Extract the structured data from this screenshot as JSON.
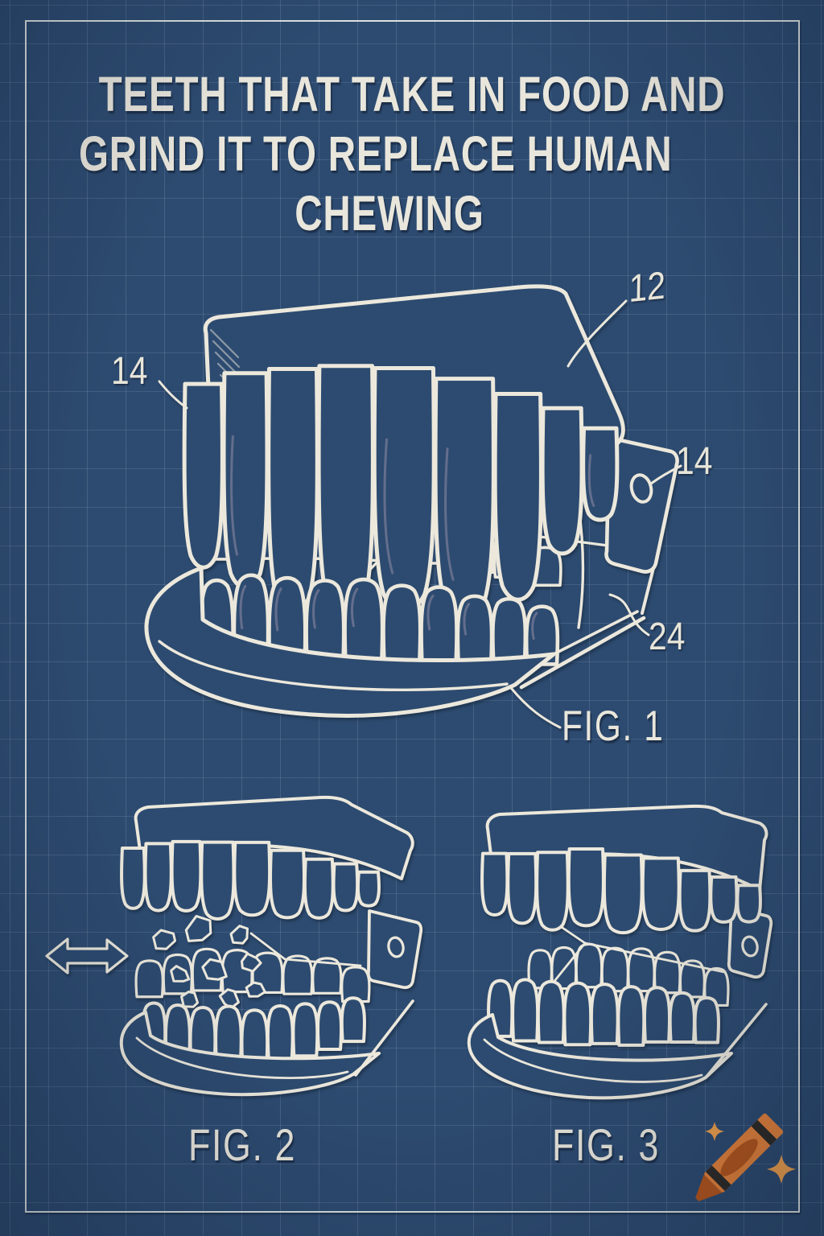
{
  "palette": {
    "background": "#2d4b70",
    "grid_line": "rgba(195,214,238,0.16)",
    "frame": "#eceee9",
    "sketch_stroke": "#ece8dc",
    "shade_stroke": "rgba(168,152,178,0.45)",
    "text": "#e9e6dc"
  },
  "title": {
    "line1": "TEETH THAT TAKE IN FOOD AND",
    "line2": "GRIND IT TO REPLACE HUMAN",
    "line3": "CHEWING"
  },
  "figure1": {
    "caption": "FIG. 1",
    "labels": {
      "ref14_left": "14",
      "ref12": "12",
      "ref14_right": "14",
      "ref24": "24"
    }
  },
  "figure2": {
    "caption": "FIG. 2"
  },
  "figure3": {
    "caption": "FIG. 3"
  },
  "decor": {
    "icon": "crayon-icon",
    "crayon_color": "#e5823a",
    "crayon_dark": "#b5561b",
    "crayon_stripe": "#2e2a26",
    "sparkle_color": "#efa04c"
  }
}
